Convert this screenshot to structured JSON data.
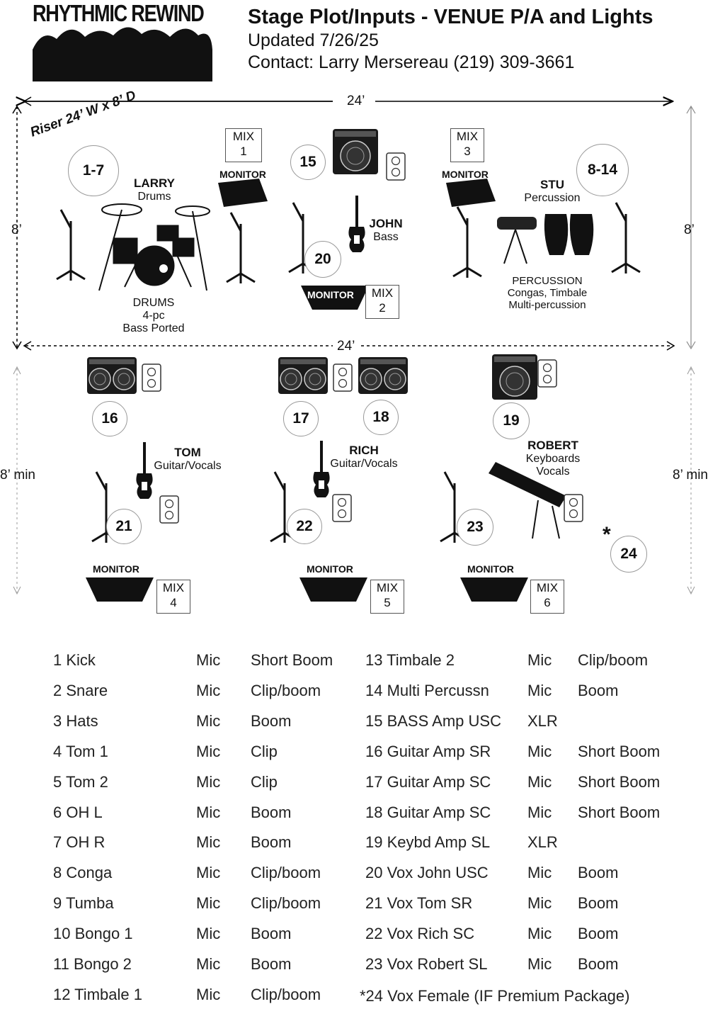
{
  "header": {
    "logo_text": "RHYTHMIC REWIND",
    "title": "Stage Plot/Inputs - VENUE P/A and Lights",
    "updated": "Updated 7/26/25",
    "contact": "Contact: Larry Mersereau  (219) 309-3661"
  },
  "dimensions": {
    "top_width": "24’",
    "mid_width": "24’",
    "riser_depth_left": "8’",
    "riser_depth_right": "8’",
    "floor_depth_left": "8’ min",
    "floor_depth_right": "8’ min",
    "riser": "Riser 24’ W x 8’ D"
  },
  "monitor_label": "MONITOR",
  "mix_prefix": "MIX",
  "mixes": [
    "1",
    "2",
    "3",
    "4",
    "5",
    "6"
  ],
  "circles": [
    "1-7",
    "15",
    "8-14",
    "20",
    "16",
    "17",
    "18",
    "19",
    "21",
    "22",
    "23",
    "24"
  ],
  "asterisk": "*",
  "musicians": {
    "larry": {
      "name": "LARRY",
      "role": "Drums"
    },
    "john": {
      "name": "JOHN",
      "role": "Bass"
    },
    "stu": {
      "name": "STU",
      "role": "Percussion"
    },
    "tom": {
      "name": "TOM",
      "role": "Guitar/Vocals"
    },
    "rich": {
      "name": "RICH",
      "role": "Guitar/Vocals"
    },
    "robert": {
      "name": "ROBERT",
      "role1": "Keyboards",
      "role2": "Vocals"
    }
  },
  "drums_note": {
    "l1": "DRUMS",
    "l2": "4-pc",
    "l3": "Bass Ported"
  },
  "perc_note": {
    "l1": "PERCUSSION",
    "l2": "Congas, Timbale",
    "l3": "Multi-percussion"
  },
  "inputs_left": [
    [
      "1  Kick",
      "Mic",
      "Short Boom"
    ],
    [
      "2  Snare",
      "Mic",
      "Clip/boom"
    ],
    [
      "3  Hats",
      "Mic",
      "Boom"
    ],
    [
      "4  Tom 1",
      "Mic",
      "Clip"
    ],
    [
      "5  Tom 2",
      "Mic",
      "Clip"
    ],
    [
      "6  OH L",
      "Mic",
      "Boom"
    ],
    [
      "7  OH R",
      "Mic",
      "Boom"
    ],
    [
      "8  Conga",
      "Mic",
      "Clip/boom"
    ],
    [
      "9 Tumba",
      "Mic",
      "Clip/boom"
    ],
    [
      "10  Bongo 1",
      "Mic",
      "Boom"
    ],
    [
      "11 Bongo 2",
      "Mic",
      "Boom"
    ],
    [
      "12 Timbale 1",
      "Mic",
      "Clip/boom"
    ]
  ],
  "inputs_right": [
    [
      "13  Timbale 2",
      "Mic",
      "Clip/boom"
    ],
    [
      "14  Multi Percussn",
      "Mic",
      "Boom"
    ],
    [
      "15  BASS Amp USC",
      "XLR",
      ""
    ],
    [
      "16  Guitar Amp SR",
      "Mic",
      "Short Boom"
    ],
    [
      "17  Guitar Amp SC",
      "Mic",
      "Short Boom"
    ],
    [
      "18  Guitar Amp SC",
      "Mic",
      "Short Boom"
    ],
    [
      "19   Keybd Amp SL",
      "XLR",
      ""
    ],
    [
      "20  Vox John USC",
      "Mic",
      "Boom"
    ],
    [
      "21   Vox Tom SR",
      "Mic",
      "Boom"
    ],
    [
      "22   Vox Rich SC",
      "Mic",
      "Boom"
    ],
    [
      "23   Vox Robert SL",
      "Mic",
      "Boom"
    ]
  ],
  "footnote": "*24 Vox Female (IF Premium Package)"
}
